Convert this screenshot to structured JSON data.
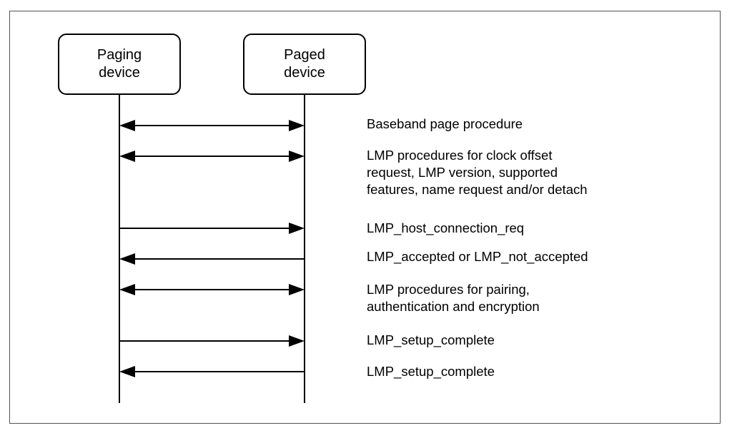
{
  "actors": {
    "paging": {
      "line1": "Paging",
      "line2": "device"
    },
    "paged": {
      "line1": "Paged",
      "line2": "device"
    }
  },
  "messages": [
    {
      "direction": "both",
      "lines": [
        "Baseband page procedure"
      ]
    },
    {
      "direction": "both",
      "lines": [
        "LMP procedures for clock offset",
        "request, LMP version, supported",
        "features, name request and/or detach"
      ]
    },
    {
      "direction": "right",
      "lines": [
        "LMP_host_connection_req"
      ]
    },
    {
      "direction": "left",
      "lines": [
        "LMP_accepted or LMP_not_accepted"
      ]
    },
    {
      "direction": "both",
      "lines": [
        "LMP procedures for pairing,",
        "authentication and encryption"
      ]
    },
    {
      "direction": "right",
      "lines": [
        "LMP_setup_complete"
      ]
    },
    {
      "direction": "left",
      "lines": [
        "LMP_setup_complete"
      ]
    }
  ]
}
